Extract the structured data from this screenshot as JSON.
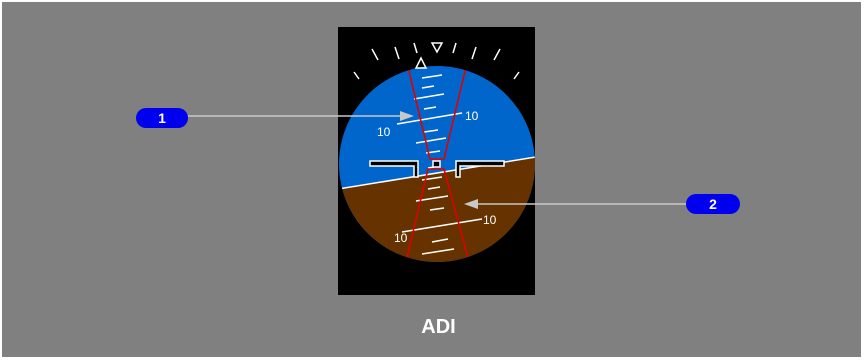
{
  "colors": {
    "background": "#808080",
    "sky": "#0066cc",
    "ground": "#663300",
    "bezel": "#000000",
    "scale": "#ffffff",
    "pointer_lines": "#e00000",
    "callout_badge": "#0000ee",
    "leader_line": "#c8c8c8"
  },
  "caption": "ADI",
  "callouts": [
    {
      "label": "1",
      "target": "sky"
    },
    {
      "label": "2",
      "target": "ground"
    }
  ],
  "pitch_scale": {
    "upper_left_label": "10",
    "upper_right_label": "10",
    "lower_left_label": "10",
    "lower_right_label": "10"
  },
  "icons": {
    "bank_pointer": "bank-index-triangle-icon",
    "aircraft_symbol": "aircraft-reference-symbol-icon"
  }
}
